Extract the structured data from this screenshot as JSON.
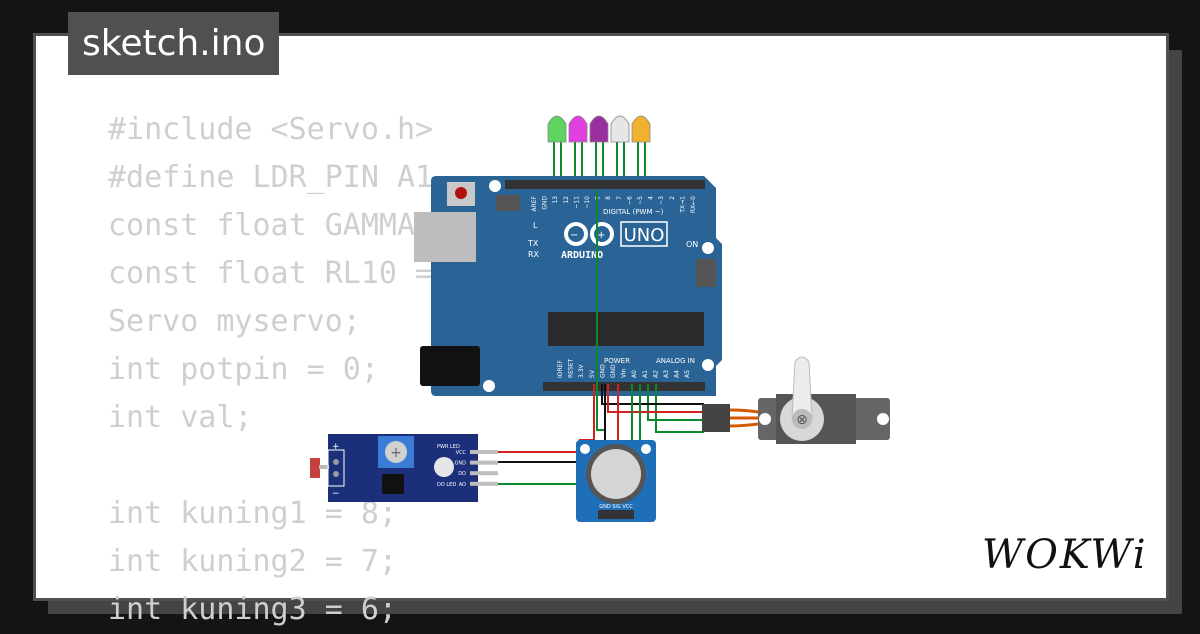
{
  "file": {
    "name": "sketch.ino"
  },
  "code_lines": [
    "#include <Servo.h>",
    "#define LDR_PIN A1",
    "const float GAMMA = 0.7;",
    "const float RL10 = 50;",
    "Servo myservo;",
    "int potpin = 0;",
    "int val;",
    "",
    "int kuning1 = 8;",
    "int kuning2 = 7;",
    "int kuning3 = 6;"
  ],
  "board": {
    "brand": "ARDUINO",
    "model": "UNO",
    "on_label": "ON",
    "l_label": "L",
    "tx_label": "TX",
    "rx_label": "RX",
    "digital_label": "DIGITAL (PWM ~)",
    "power_label": "POWER",
    "analog_label": "ANALOG IN",
    "top_pins": [
      "AREF",
      "GND",
      "13",
      "12",
      "~11",
      "~10",
      "~9",
      "8",
      "7",
      "~6",
      "~5",
      "4",
      "~3",
      "2",
      "TX→1",
      "RX←0"
    ],
    "bottom_pins": [
      "IOREF",
      "RESET",
      "3.3V",
      "5V",
      "GND",
      "GND",
      "Vin",
      "A0",
      "A1",
      "A2",
      "A3",
      "A4",
      "A5"
    ]
  },
  "leds": {
    "colors": [
      "#5fd35f",
      "#e040e0",
      "#9a2fa0",
      "#e6e6e6",
      "#f0b030"
    ]
  },
  "ldr_module": {
    "labels": [
      "VCC",
      "GND",
      "DO",
      "AO"
    ],
    "led_labels": [
      "PWR LED",
      "DO LED"
    ],
    "plus": "+",
    "minus": "−"
  },
  "potentiometer": {
    "pins": "GND SIG VCC"
  },
  "logo": {
    "text": "WOKWi"
  },
  "colors": {
    "board": "#2a6496",
    "module": "#1c2f7a",
    "wire_green": "#0a8a2a",
    "wire_red": "#d42020",
    "wire_black": "#111111",
    "servo": "#666666"
  }
}
